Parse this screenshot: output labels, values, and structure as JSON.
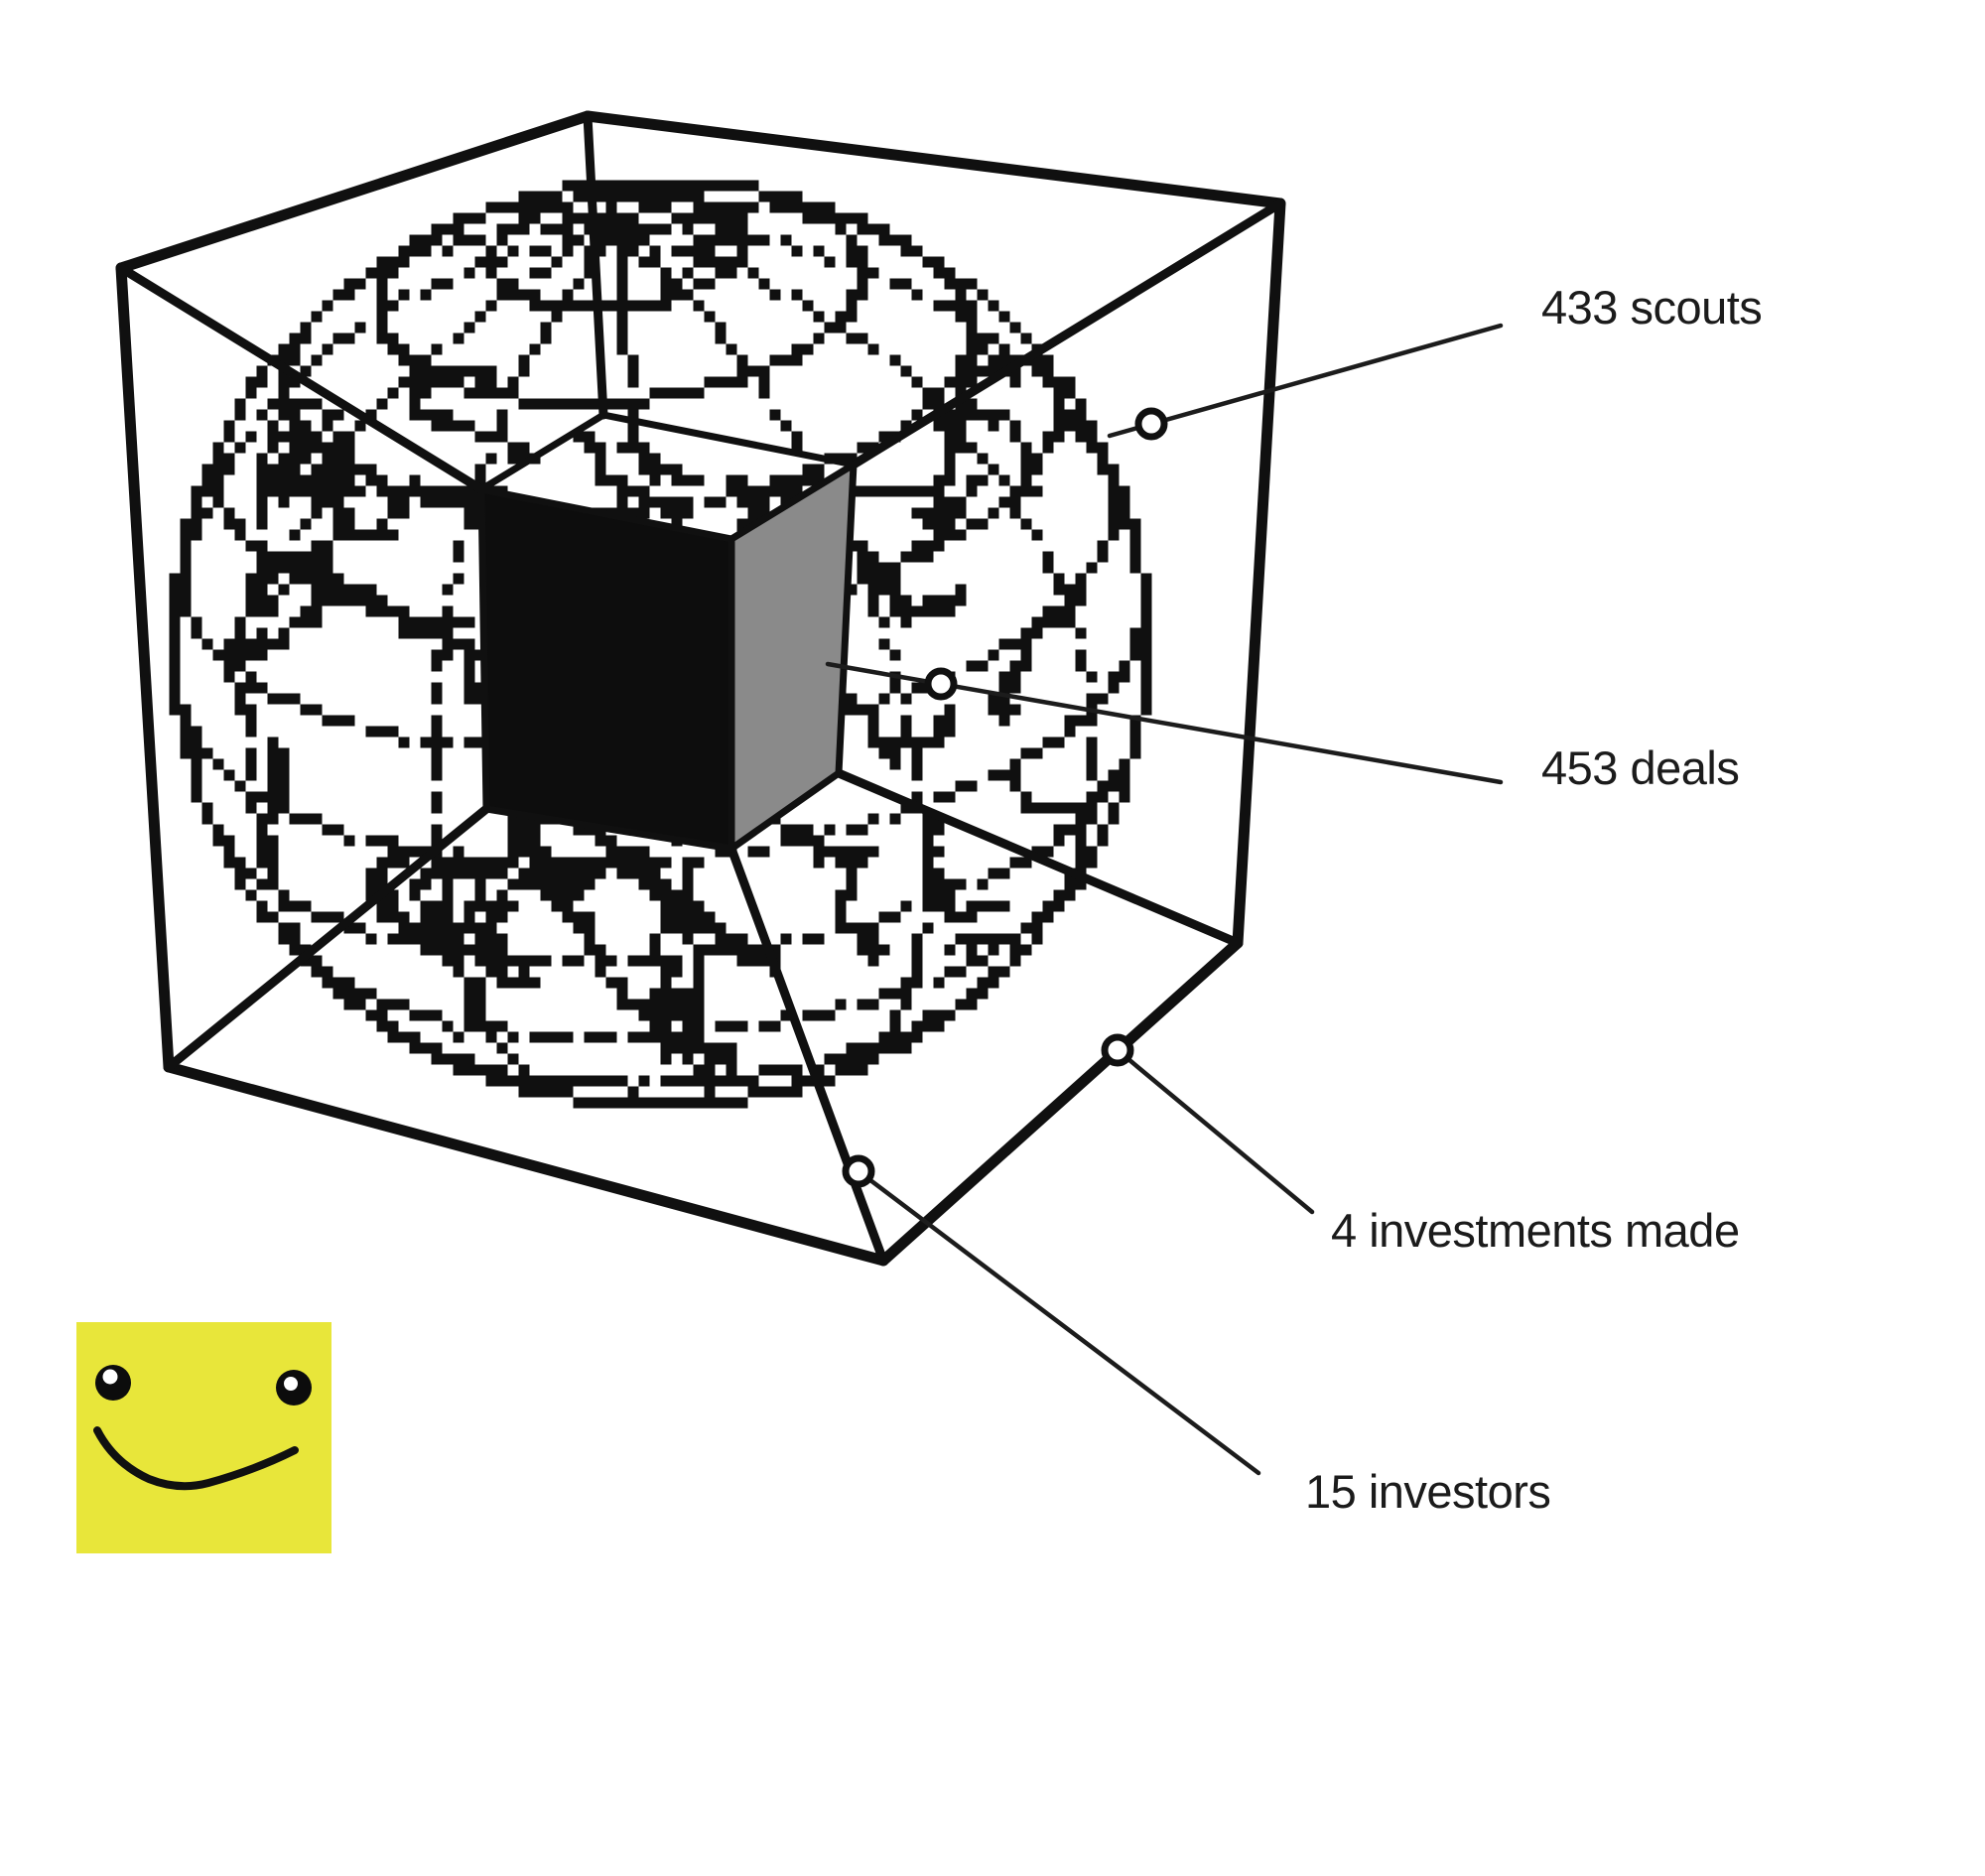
{
  "figure": {
    "subject": "wireframe cube-within-cube (tesseract) enclosing a pixelated globe, with four annotated data points",
    "icons": [
      "pixelated-globe",
      "tesseract-cube",
      "smiley-face"
    ],
    "colors": {
      "ink": "#101010",
      "leader_line": "#1c1c1c",
      "inner_cube_front": "#0d0d0d",
      "inner_cube_side": "#8a8a8a",
      "marker_fill": "#ffffff",
      "smiley_yellow": "#e8e63a",
      "background": "#ffffff"
    }
  },
  "callouts": [
    {
      "id": "scouts",
      "text": "433 scouts",
      "value": 433
    },
    {
      "id": "deals",
      "text": "453 deals",
      "value": 453
    },
    {
      "id": "investments",
      "text": "4 investments made",
      "value": 4
    },
    {
      "id": "investors",
      "text": "15 investors",
      "value": 15
    }
  ]
}
